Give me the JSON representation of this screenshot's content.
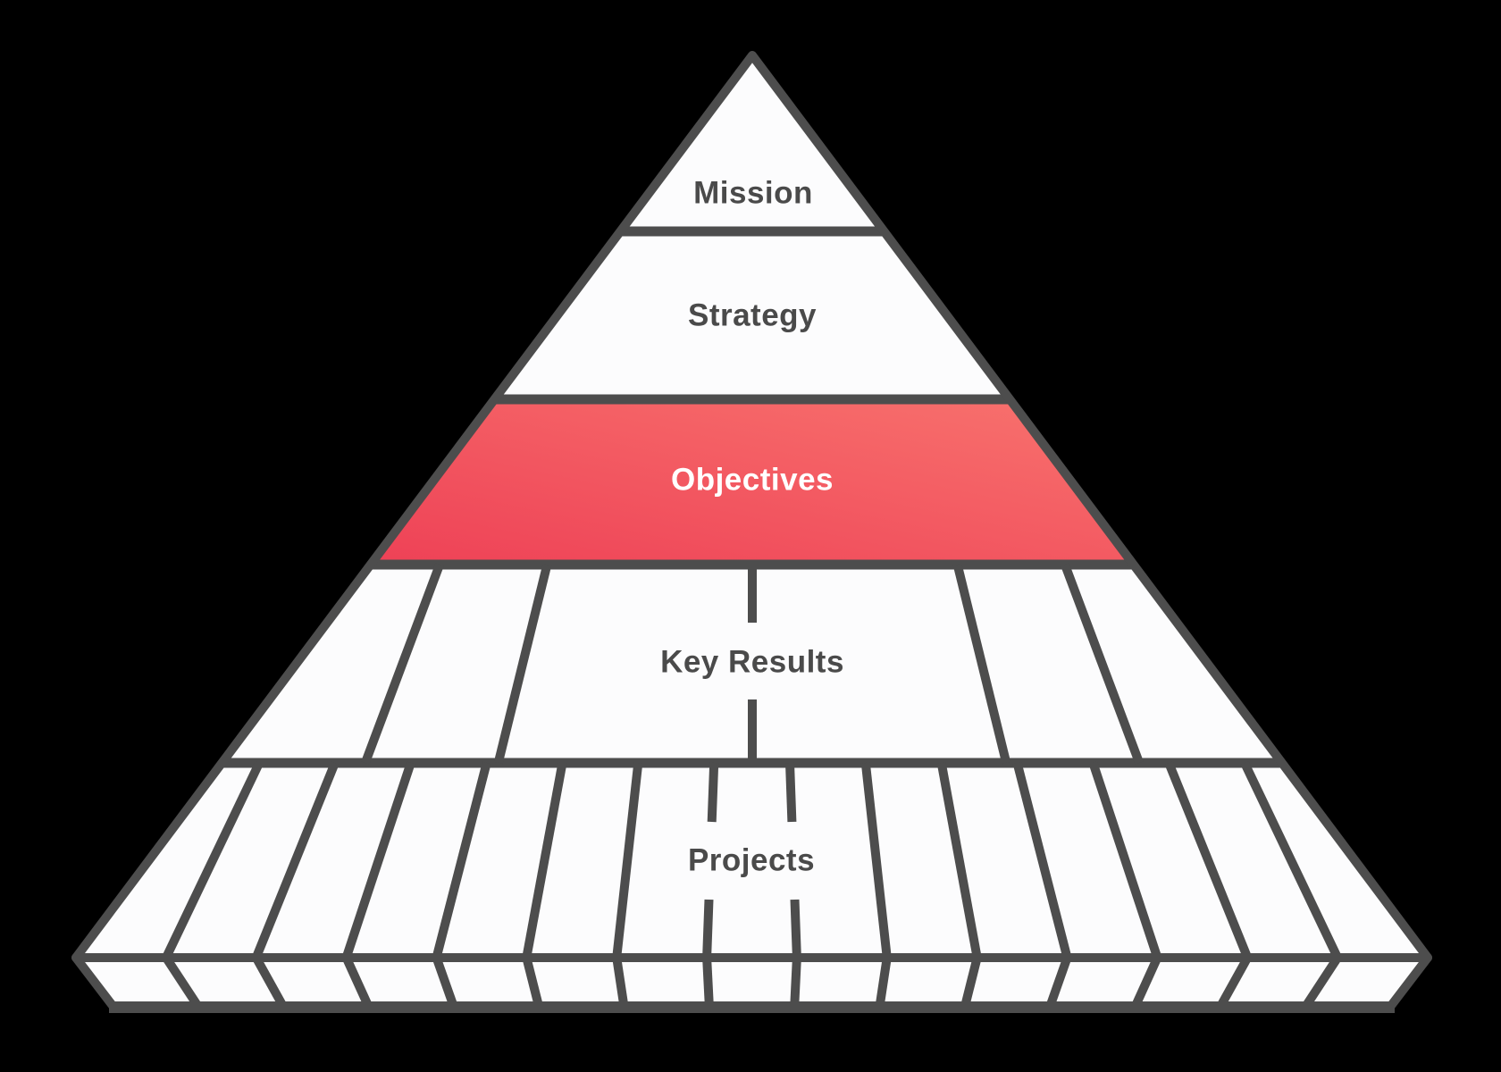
{
  "title": "OKR pyramid diagram",
  "theme": {
    "bg": "#000000",
    "line": "#4d4d4d",
    "face": "#fcfcfd",
    "label": "#4a4a4a",
    "label-on-accent": "#ffffff",
    "accent-from": "#ee4156",
    "accent-to": "#f8736e"
  },
  "chart_data": {
    "type": "pyramid-diagram",
    "levels": [
      {
        "id": "mission",
        "label": "Mission",
        "highlighted": false,
        "segments": 1
      },
      {
        "id": "strategy",
        "label": "Strategy",
        "highlighted": false,
        "segments": 1
      },
      {
        "id": "objectives",
        "label": "Objectives",
        "highlighted": true,
        "segments": 1
      },
      {
        "id": "key-results",
        "label": "Key Results",
        "highlighted": false,
        "segments": 6
      },
      {
        "id": "projects",
        "label": "Projects",
        "highlighted": false,
        "segments": 15
      }
    ],
    "has_3d_base": true,
    "highlight_color": "#ee4156",
    "notes": "Top-to-bottom hierarchy pyramid; Objectives band filled red with white label; lower bands subdivided by perspective lines; extruded front base strip at bottom."
  },
  "pyramid": {
    "levels": [
      {
        "label": "Mission"
      },
      {
        "label": "Strategy"
      },
      {
        "label": "Objectives"
      },
      {
        "label": "Key Results"
      },
      {
        "label": "Projects"
      }
    ]
  }
}
